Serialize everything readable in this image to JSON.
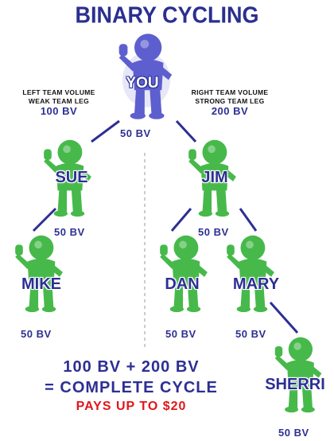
{
  "title": "BINARY CYCLING",
  "left_volume": {
    "line1": "LEFT TEAM VOLUME",
    "line2": "WEAK TEAM LEG",
    "amount": "100 BV"
  },
  "right_volume": {
    "line1": "RIGHT TEAM VOLUME",
    "line2": "STRONG TEAM LEG",
    "amount": "200 BV"
  },
  "nodes": {
    "you": {
      "name": "YOU",
      "bv": "50 BV",
      "color": "#5d5fcf"
    },
    "sue": {
      "name": "SUE",
      "bv": "50 BV",
      "color": "#46b94a"
    },
    "jim": {
      "name": "JIM",
      "bv": "50 BV",
      "color": "#46b94a"
    },
    "mike": {
      "name": "MIKE",
      "bv": "50 BV",
      "color": "#46b94a"
    },
    "dan": {
      "name": "DAN",
      "bv": "50 BV",
      "color": "#46b94a"
    },
    "mary": {
      "name": "MARY",
      "bv": "50 BV",
      "color": "#46b94a"
    },
    "sherri": {
      "name": "SHERRI",
      "bv": "50 BV",
      "color": "#46b94a"
    }
  },
  "summary": {
    "line1": "100 BV + 200 BV",
    "line2": "= COMPLETE CYCLE",
    "line3": "PAYS UP TO $20"
  },
  "colors": {
    "title": "#2a2f8f",
    "text_blue": "#2d2f94",
    "pays_red": "#e0161b",
    "figure_green": "#46b94a",
    "figure_blue": "#5d5fcf",
    "connector": "#2d2f94"
  }
}
